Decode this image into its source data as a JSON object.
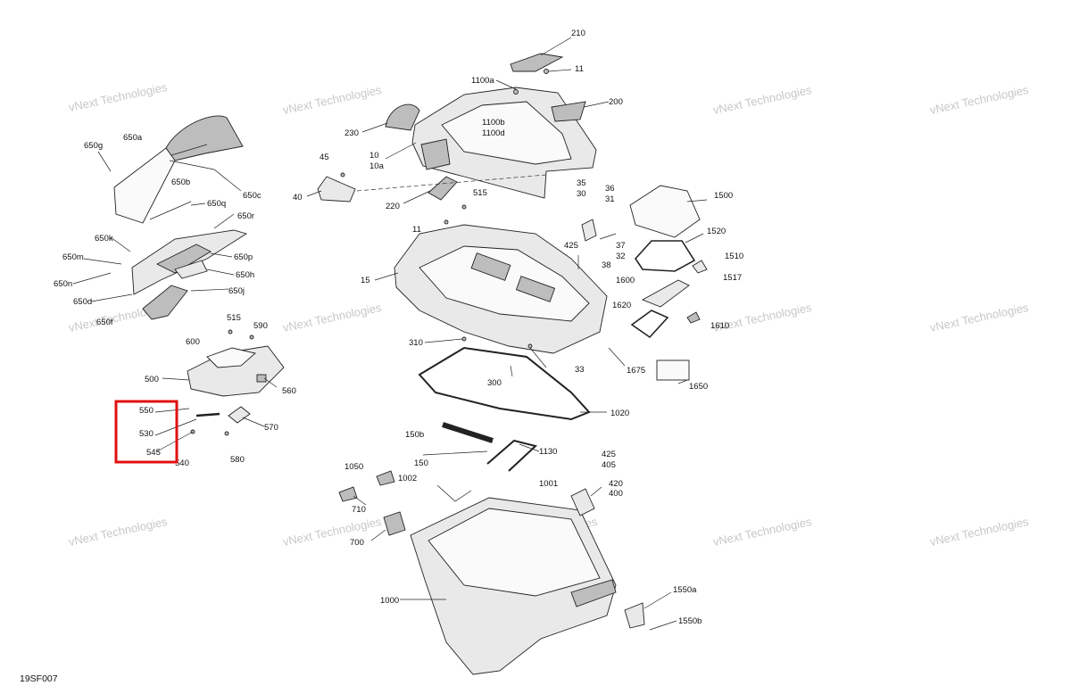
{
  "diagram_code": "19SF007",
  "watermark_text": "vNext Technologies",
  "highlight_color": "#e01010",
  "callouts": {
    "c210": "210",
    "c11a": "11",
    "c1100a": "1100a",
    "c200": "200",
    "c230": "230",
    "c1100b": "1100b",
    "c1100d": "1100d",
    "c10": "10",
    "c10a": "10a",
    "c45": "45",
    "c40": "40",
    "c220": "220",
    "c515a": "515",
    "c11b": "11",
    "c15": "15",
    "c310": "310",
    "c300": "300",
    "c33": "33",
    "c35": "35",
    "c30": "30",
    "c36": "36",
    "c31": "31",
    "c425a": "425",
    "c37": "37",
    "c32": "32",
    "c38": "38",
    "c1500": "1500",
    "c1520": "1520",
    "c1510": "1510",
    "c1517": "1517",
    "c1600": "1600",
    "c1620": "1620",
    "c1610": "1610",
    "c1675": "1675",
    "c1650": "1650",
    "c1020": "1020",
    "c650a": "650a",
    "c650g": "650g",
    "c650b": "650b",
    "c650c": "650c",
    "c650q": "650q",
    "c650r": "650r",
    "c650k": "650k",
    "c650m": "650m",
    "c650n": "650n",
    "c650d": "650d",
    "c650p": "650p",
    "c650h": "650h",
    "c650j": "650j",
    "c650f": "650f",
    "c515b": "515",
    "c590": "590",
    "c600": "600",
    "c500": "500",
    "c560": "560",
    "c550": "550",
    "c530": "530",
    "c545": "545",
    "c540": "540",
    "c570": "570",
    "c580": "580",
    "c150b": "150b",
    "c150": "150",
    "c1130": "1130",
    "c425b": "425",
    "c405": "405",
    "c1050": "1050",
    "c1002": "1002",
    "c1001": "1001",
    "c420": "420",
    "c400": "400",
    "c710": "710",
    "c700": "700",
    "c1000": "1000",
    "c1550a": "1550a",
    "c1550b": "1550b"
  }
}
